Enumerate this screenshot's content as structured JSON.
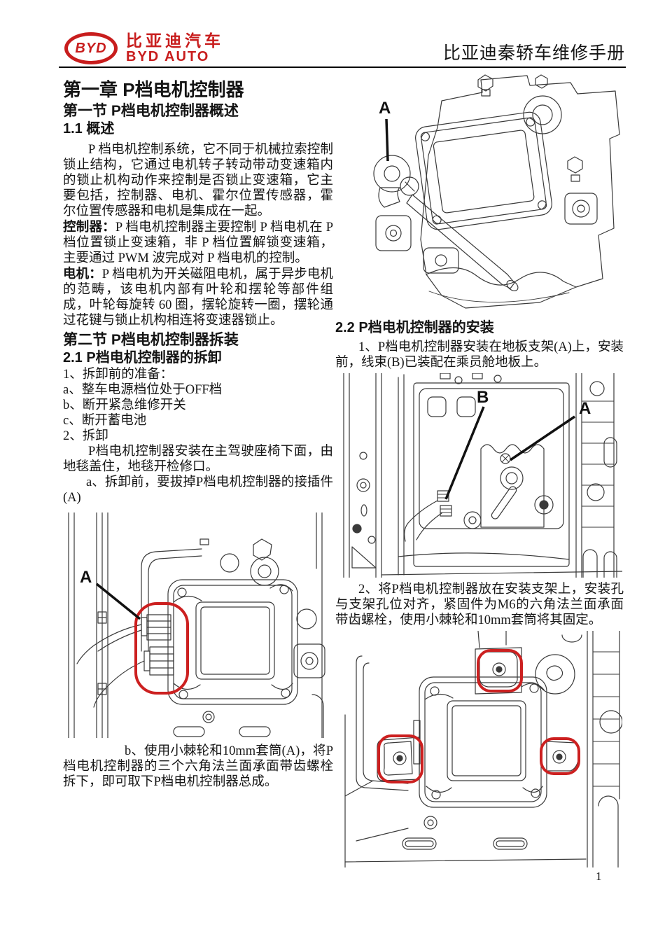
{
  "header": {
    "logo_badge": "BYD",
    "logo_cn": "比亚迪汽车",
    "logo_en": "BYD AUTO",
    "manual_title": "比亚迪秦轿车维修手册"
  },
  "chapter_title": "第一章 P档电机控制器",
  "section1": {
    "title": "第一节 P档电机控制器概述",
    "overview_heading": "1.1 概述",
    "para1": "P 档电机控制系统，它不同于机械拉索控制锁止结构，它通过电机转子转动带动变速箱内的锁止机构动作来控制是否锁止变速箱，它主要包括，控制器、电机、霍尔位置传感器，霍尔位置传感器和电机是集成在一起。",
    "controller_label": "控制器：",
    "controller_text": "P 档电机控制器主要控制 P 档电机在 P 档位置锁止变速箱，非 P 档位置解锁变速箱，主要通过 PWM 波完成对 P 档电机的控制。",
    "motor_label": "电机：",
    "motor_text": "P 档电机为开关磁阻电机，属于异步电机的范畴，该电机内部有叶轮和摆轮等部件组成，叶轮每旋转 60 圈，摆轮旋转一圈，摆轮通过花键与锁止机构相连将变速器锁止。"
  },
  "section2": {
    "title": "第二节 P档电机控制器拆装",
    "removal": {
      "heading": "2.1 P档电机控制器的拆卸",
      "prep_title": "1、拆卸前的准备：",
      "prep_a": "a、整车电源档位处于OFF档",
      "prep_b": "b、断开紧急维修开关",
      "prep_c": "c、断开蓄电池",
      "step2_title": "2、拆卸",
      "step2_intro": "P档电机控制器安装在主驾驶座椅下面，由地毯盖住，地毯开检修口。",
      "step2_a": "a、拆卸前，要拔掉P档电机控制器的接插件(A)",
      "step2_b": "b、使用小棘轮和10mm套筒(A)，将P档电机控制器的三个六角法兰面承面带齿螺栓拆下，即可取下P档电机控制器总成。"
    },
    "install": {
      "heading": "2.2 P档电机控制器的安装",
      "step1": "1、P档电机控制器安装在地板支架(A)上，安装前，线束(B)已装配在乘员舱地板上。",
      "step2": "2、将P档电机控制器放在安装支架上，安装孔与支架孔位对齐，紧固件为M6的六角法兰面承面带齿螺栓，使用小棘轮和10mm套筒将其固定。"
    }
  },
  "figures": {
    "ratchet_on_controller": {
      "label_a": "A"
    },
    "floor_bracket": {
      "label_a": "A",
      "label_b": "B"
    },
    "controller_connectors": {
      "label_a": "A"
    },
    "controller_bolts": {
      "note": "three bolts circled in red"
    }
  },
  "page_number": "1",
  "colors": {
    "brand_red": "#c81d1d",
    "highlight_red": "#cc2020"
  }
}
